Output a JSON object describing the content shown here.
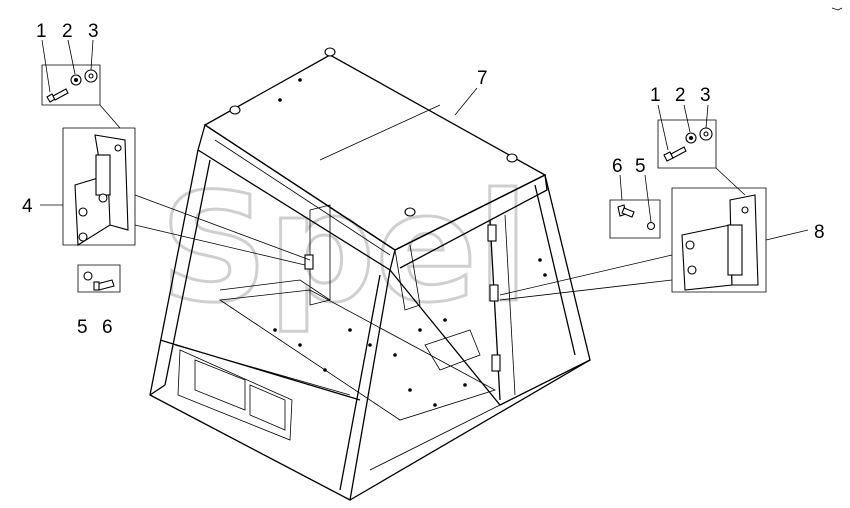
{
  "callouts": {
    "left_bolt": "1",
    "left_lock_washer": "2",
    "left_washer": "3",
    "left_hinge": "4",
    "left_nut": "5",
    "left_screw": "6",
    "roof": "7",
    "right_hinge": "8",
    "right_bolt": "1",
    "right_lock_washer": "2",
    "right_washer": "3",
    "right_screw": "6",
    "right_nut": "5",
    "bottom_nut": "5",
    "bottom_screw": "6"
  },
  "watermark": "Spel",
  "colors": {
    "line": "#000000",
    "watermark": "#cfcfcf",
    "background": "#ffffff"
  },
  "icons": [
    "bolt-icon",
    "lock-washer-icon",
    "washer-icon",
    "hinge-icon",
    "nut-icon",
    "screw-icon"
  ]
}
